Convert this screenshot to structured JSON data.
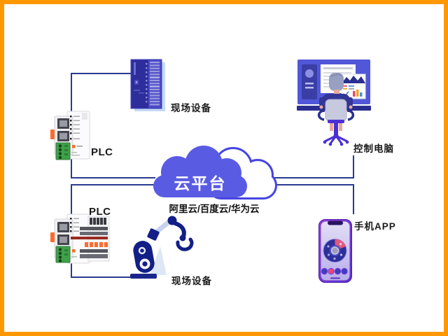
{
  "canvas": {
    "background": "#FFFFFF",
    "border_color": "#FF9800"
  },
  "colors": {
    "connector_line": "#2B3A8F",
    "cloud_fill": "#5A5BE3",
    "cloud_outline": "#4645E2",
    "label_text": "#1A1A1A",
    "cloud_title_text": "#FFFFFF",
    "device_navy": "#2D2D9B",
    "accent_orange": "#FF6B2C"
  },
  "cloud": {
    "title": "云平台",
    "subtitle": "阿里云/百度云/华为云"
  },
  "nodes": {
    "server_rack": {
      "label": "现场设备"
    },
    "plc_top": {
      "label": "PLC"
    },
    "plc_bottom": {
      "label": "PLC"
    },
    "robot": {
      "label": "现场设备"
    },
    "computer": {
      "label": "控制电脑"
    },
    "phone": {
      "label": "手机APP"
    }
  }
}
